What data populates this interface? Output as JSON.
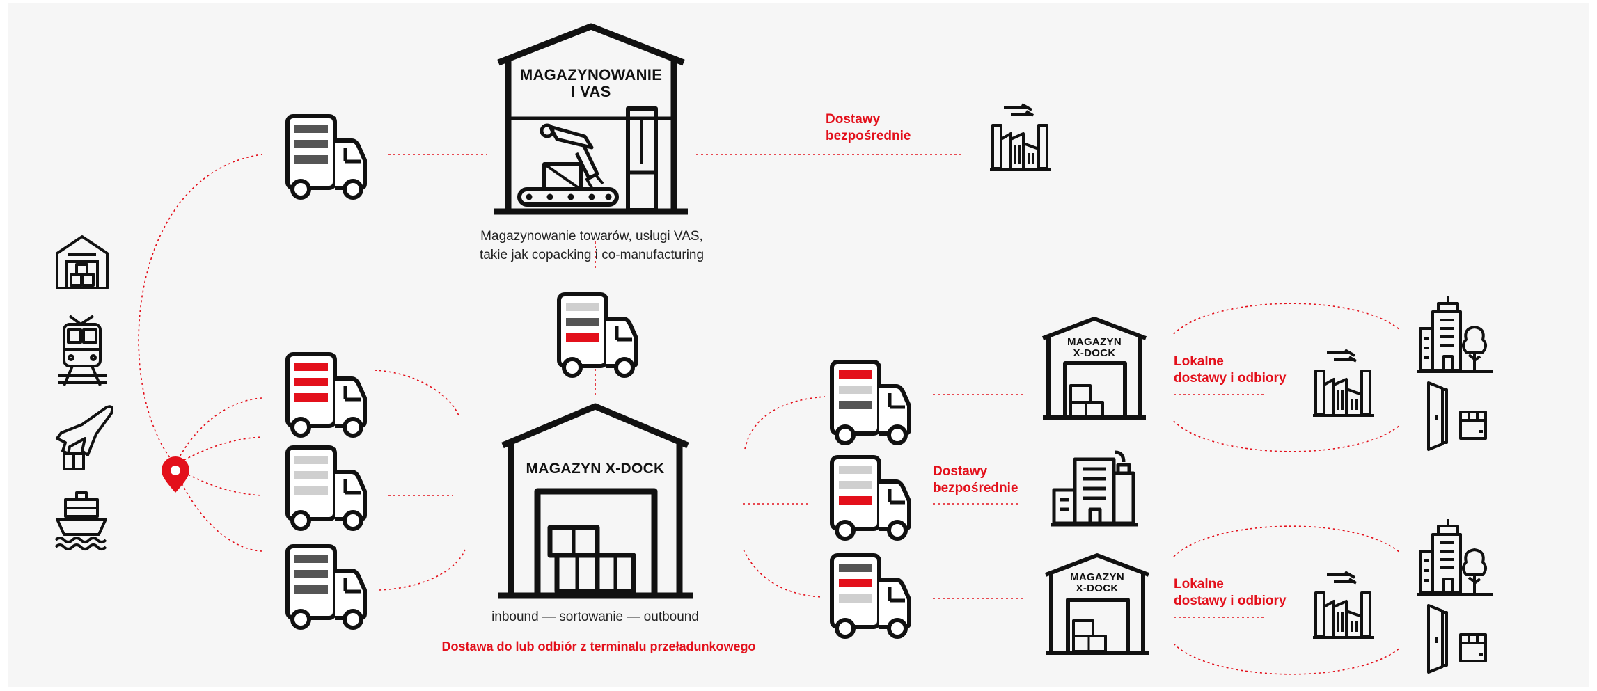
{
  "warehouse_vas": {
    "title_line1": "MAGAZYNOWANIE",
    "title_line2": "I VAS",
    "caption_line1": "Magazynowanie towarów, usługi VAS,",
    "caption_line2": "takie jak copacking i co-manufacturing"
  },
  "warehouse_xdock": {
    "title": "MAGAZYN X-DOCK",
    "caption": "inbound — sortowanie — outbound",
    "delivery_label": "Dostawa do lub odbiór z terminalu przeładunkowego"
  },
  "small_xdock": {
    "title_line1": "MAGAZYN",
    "title_line2": "X-DOCK"
  },
  "direct_delivery": {
    "line1": "Dostawy",
    "line2": "bezpośrednie"
  },
  "local_delivery": {
    "line1": "Lokalne",
    "line2": "dostawy i odbiory"
  },
  "sources": [
    "warehouse-icon",
    "train-icon",
    "plane-icon",
    "ship-icon"
  ],
  "colors": {
    "accent": "#e3101b",
    "ink": "#111111",
    "dark_stripe": "#555555",
    "light_stripe": "#cfcfcf",
    "background": "#f6f6f6"
  }
}
